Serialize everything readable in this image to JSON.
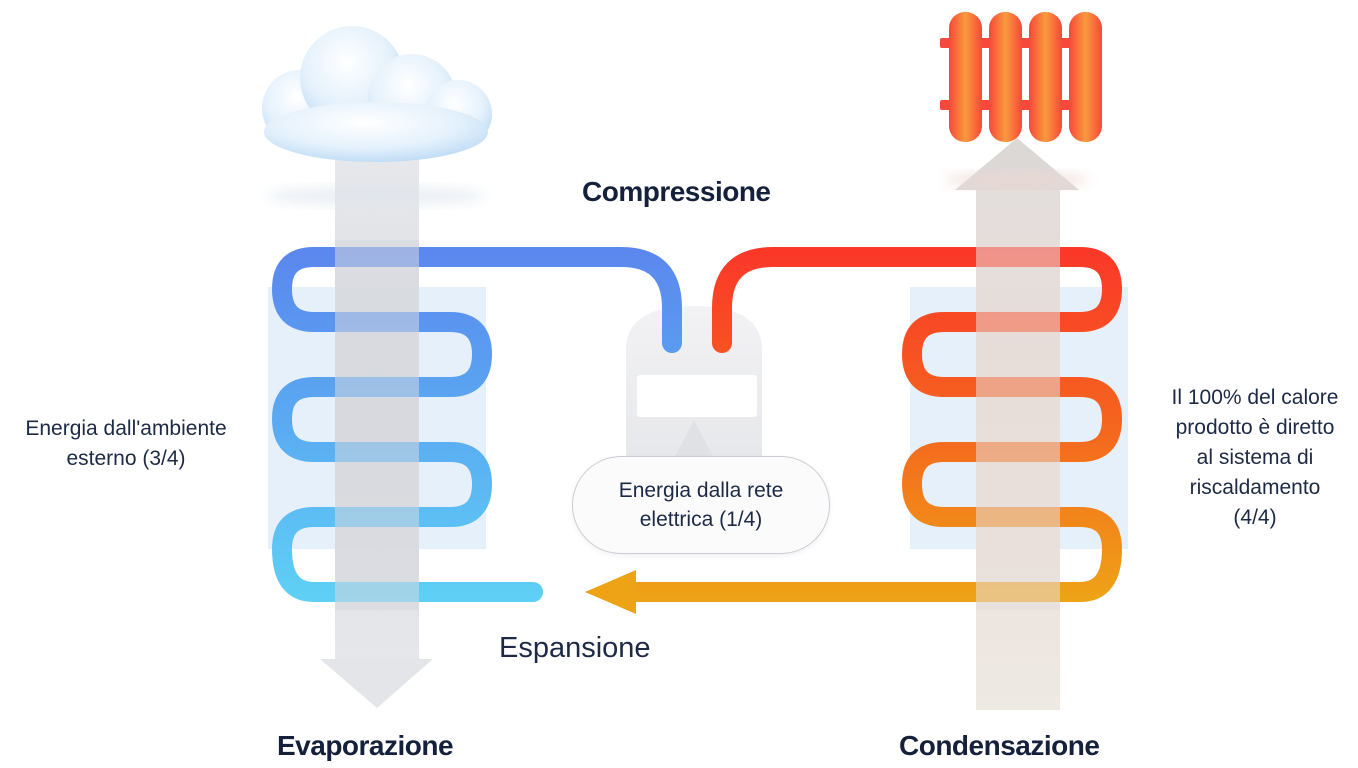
{
  "labels": {
    "compression": "Compressione",
    "expansion": "Espansione",
    "evaporation": "Evaporazione",
    "condensation": "Condensazione",
    "ambient_energy_line1": "Energia dall'ambiente",
    "ambient_energy_line2": "esterno (3/4)",
    "grid_energy_line1": "Energia dalla rete",
    "grid_energy_line2": "elettrica (1/4)",
    "heat_output_line1": "Il 100% del calore",
    "heat_output_line2": "prodotto è diretto",
    "heat_output_line3": "al sistema di",
    "heat_output_line4": "riscaldamento",
    "heat_output_line5": "(4/4)"
  },
  "icons": {
    "outdoor": "cloud-icon",
    "indoor": "radiator-icon"
  },
  "colors": {
    "cold_pipe_top": "#5b8df0",
    "cold_pipe_bottom": "#5fcaf4",
    "hot_pipe_top": "#fb3a2c",
    "hot_pipe_bottom": "#eea516",
    "exchanger_panel": "#e6f0fb",
    "airflow_column": "#e3e4e8",
    "text": "#15213b"
  }
}
